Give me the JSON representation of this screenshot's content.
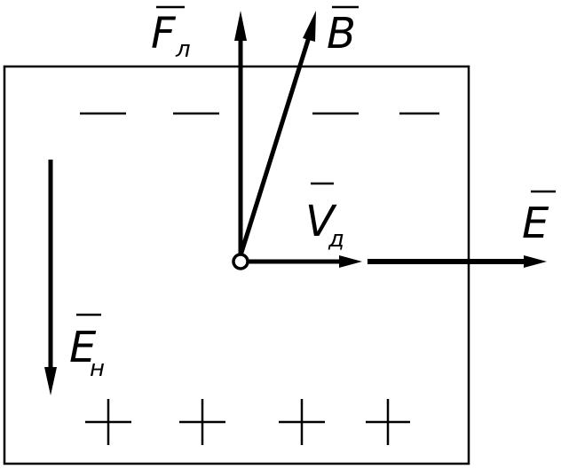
{
  "colors": {
    "ink": "#000000",
    "background": "#ffffff"
  },
  "plate_top": {
    "sign": "—",
    "count": 4
  },
  "plate_bottom": {
    "sign": "+",
    "count": 4
  },
  "vectors": {
    "lorentz_force": {
      "symbol": "F",
      "subscript": "л"
    },
    "magnetic_field": {
      "symbol": "B",
      "subscript": ""
    },
    "drift_velocity": {
      "symbol": "V",
      "subscript": "д"
    },
    "electric_field": {
      "symbol": "E",
      "subscript": ""
    },
    "hall_field": {
      "symbol": "E",
      "subscript": "н"
    }
  }
}
